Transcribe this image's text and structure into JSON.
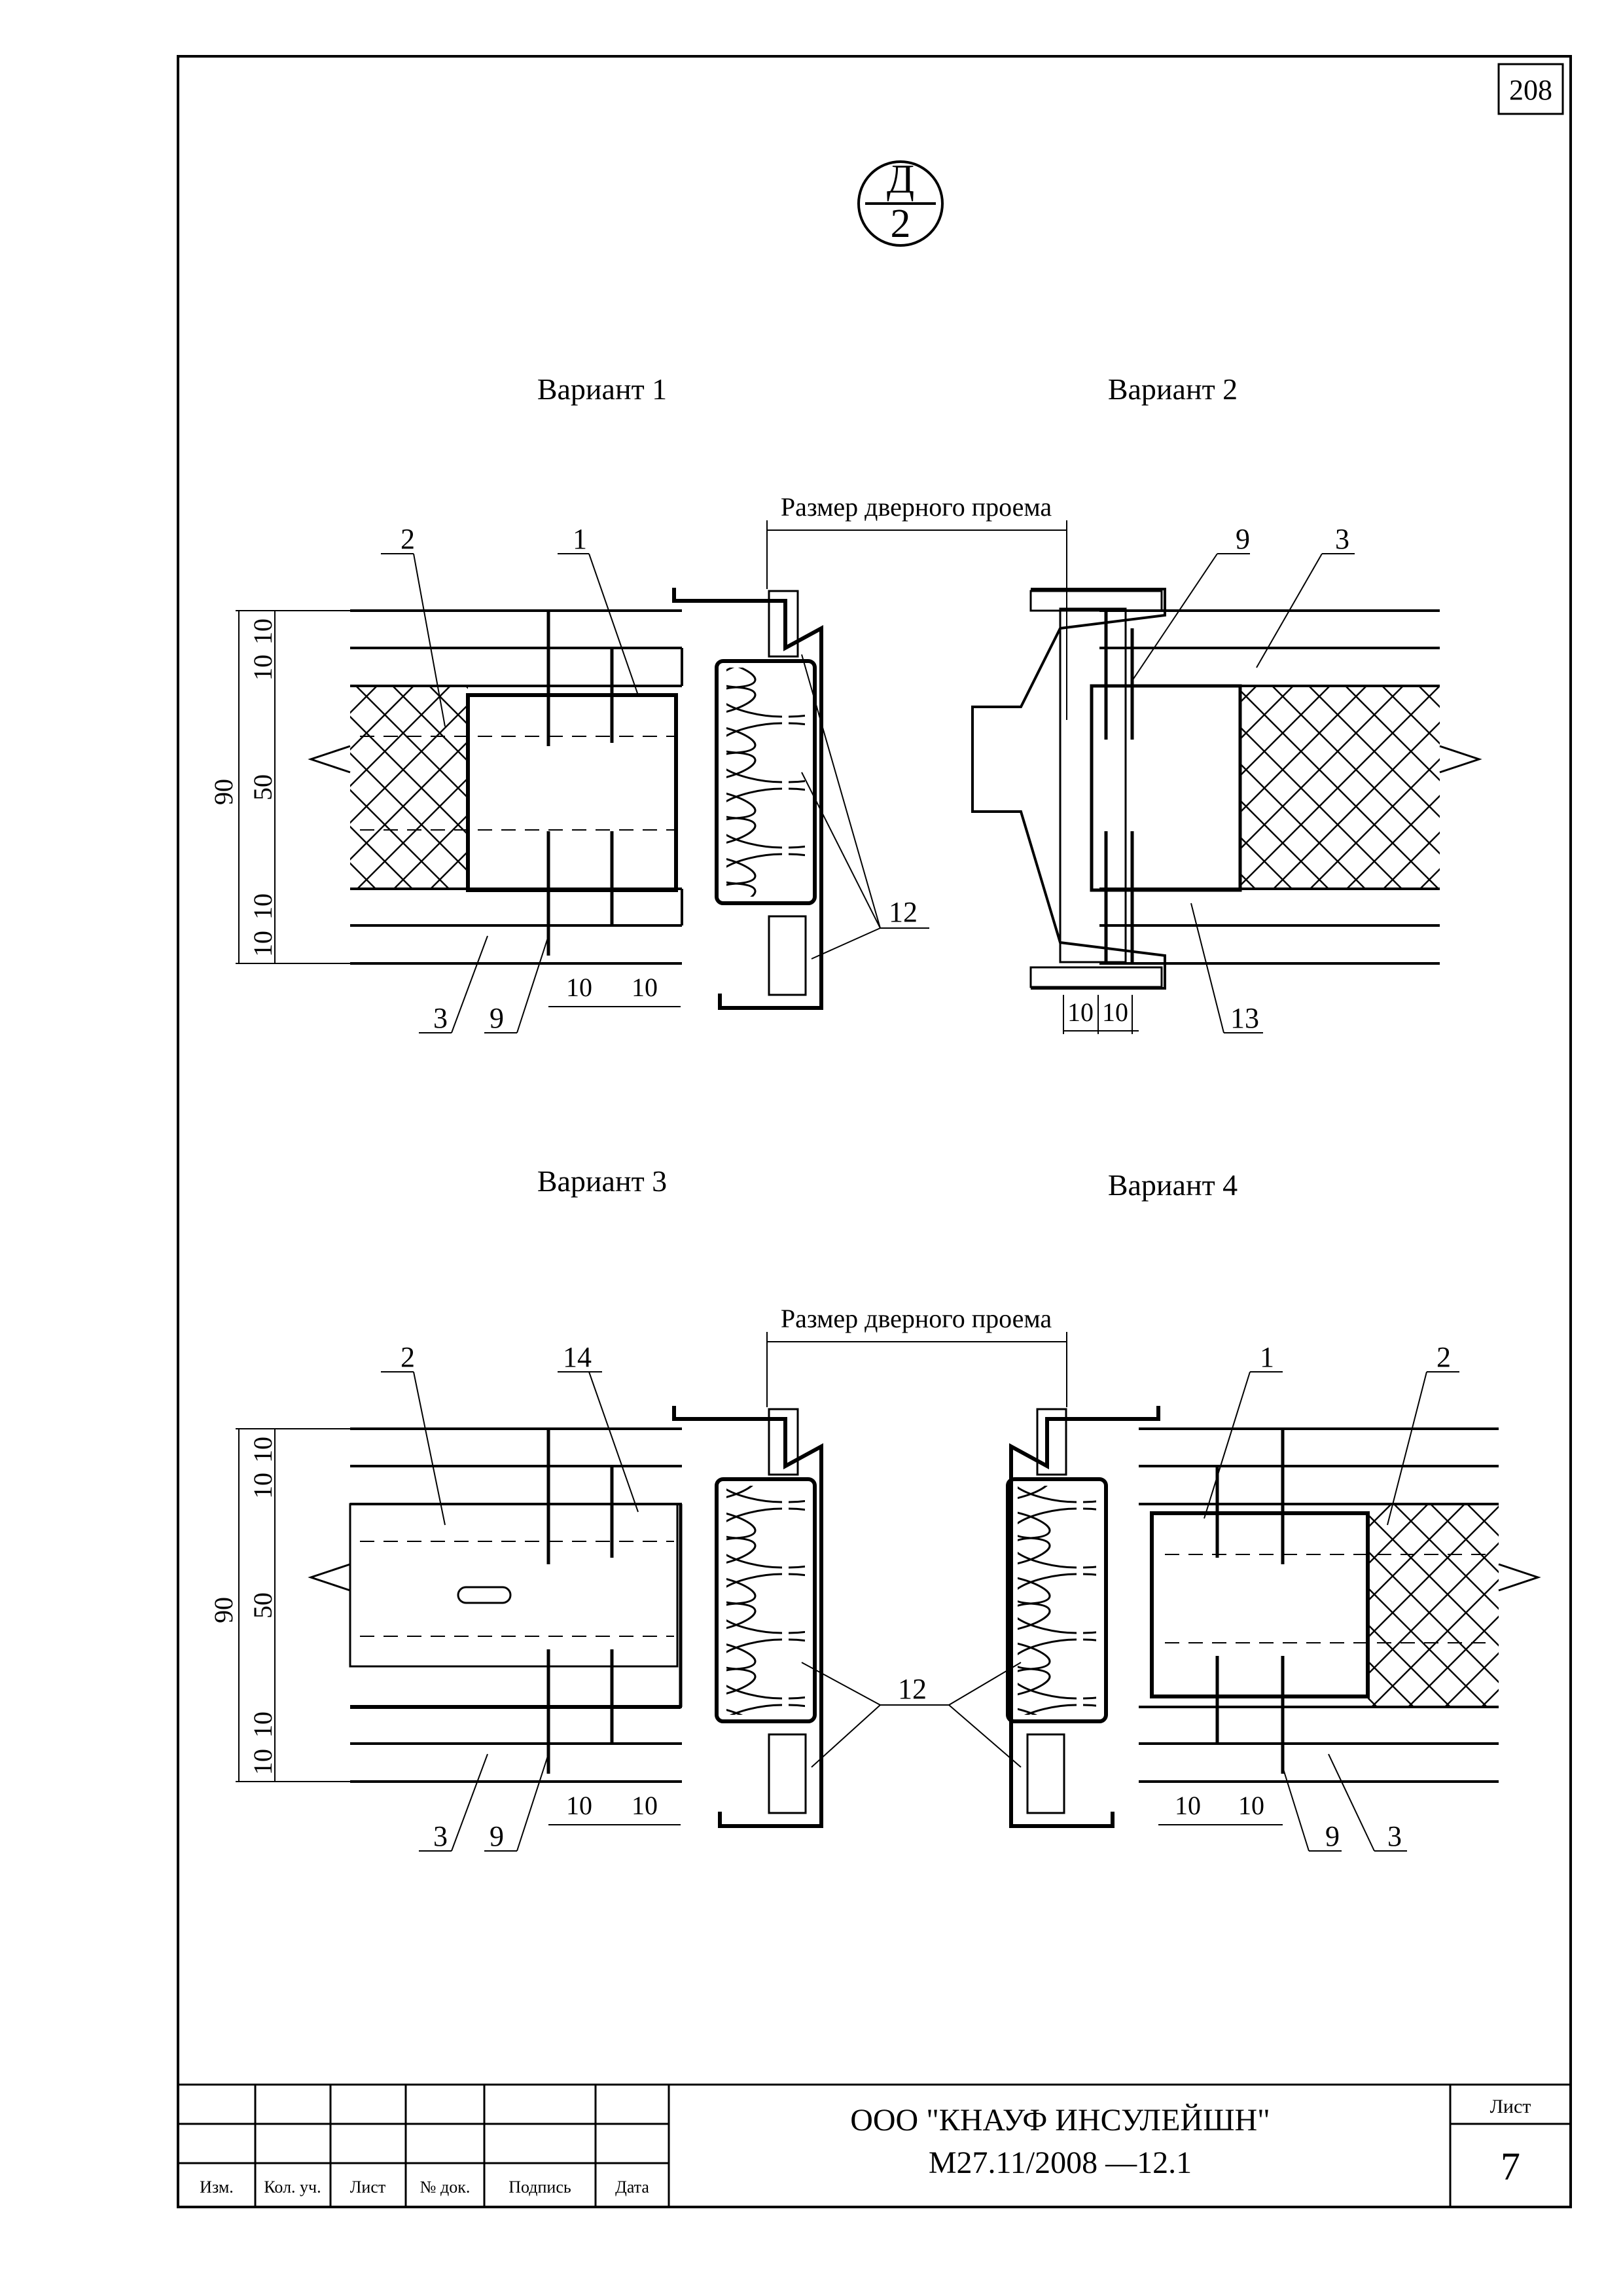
{
  "sheet_number_top": "208",
  "section_marker": {
    "letter": "Д",
    "number": "2"
  },
  "variants": [
    {
      "title": "Вариант 1"
    },
    {
      "title": "Вариант 2"
    },
    {
      "title": "Вариант 3"
    },
    {
      "title": "Вариант 4"
    }
  ],
  "opening_label": "Размер дверного проема",
  "dims": {
    "d90": "90",
    "d50": "50",
    "d10": "10"
  },
  "callouts": {
    "c1": "1",
    "c2": "2",
    "c3": "3",
    "c9": "9",
    "c12": "12",
    "c13": "13",
    "c14": "14"
  },
  "title_block": {
    "cols": [
      "Изм.",
      "Кол. уч.",
      "Лист",
      "№ док.",
      "Подпись",
      "Дата"
    ],
    "company": "ООО \"КНАУФ ИНСУЛЕЙШН\"",
    "doc_code": "М27.11/2008 —12.1",
    "sheet_label": "Лист",
    "sheet_value": "7"
  }
}
